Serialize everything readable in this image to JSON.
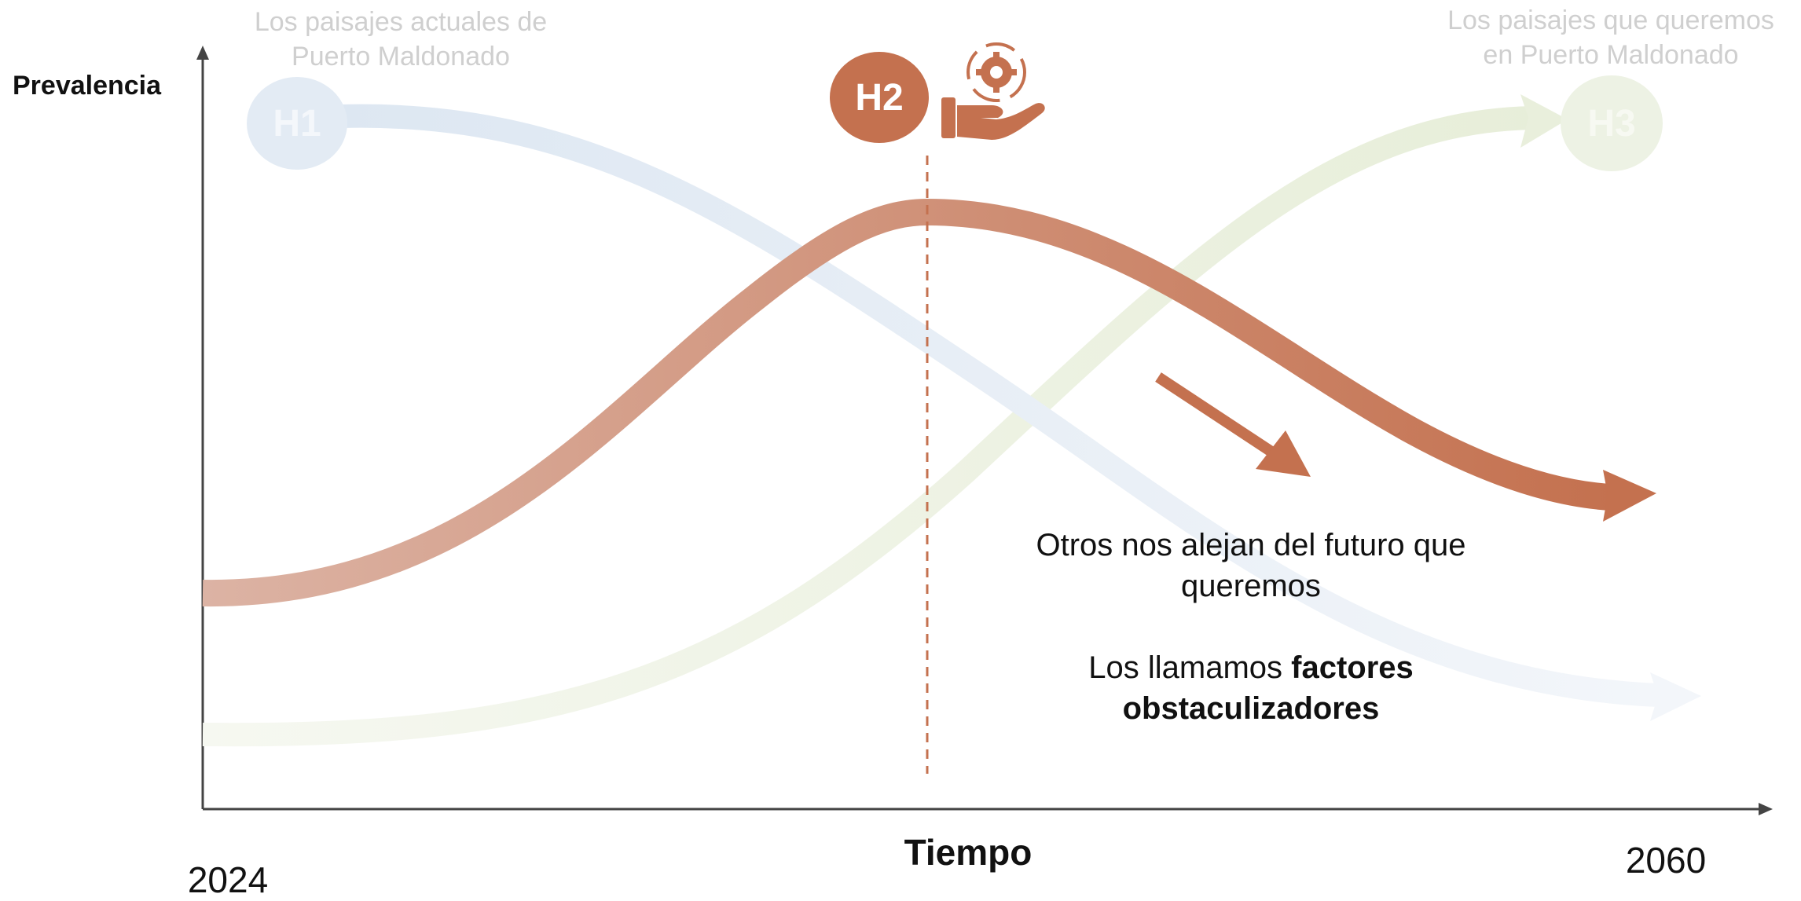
{
  "axes": {
    "y_label": "Prevalencia",
    "x_label": "Tiempo",
    "start_year": "2024",
    "end_year": "2060"
  },
  "horizons": {
    "h1": {
      "label": "H1",
      "caption_line1": "Los paisajes actuales de",
      "caption_line2": "Puerto Maldonado",
      "color": "#e3ebf4"
    },
    "h2": {
      "label": "H2",
      "color": "#c4714f",
      "icon": "hand-gear-icon"
    },
    "h3": {
      "label": "H3",
      "caption_line1": "Los paisajes que queremos",
      "caption_line2": "en Puerto Maldonado",
      "color": "#edf2e4"
    }
  },
  "notes": {
    "line1": "Otros nos alejan del futuro que",
    "line2": "queremos",
    "line3_prefix": "Los llamamos ",
    "line3_bold": "factores",
    "line4_bold": "obstaculizadores"
  },
  "colors": {
    "accent": "#c4714f",
    "h1_curve": "#dfe8f2",
    "h3_curve": "#e9efdc",
    "axis": "#444444"
  }
}
